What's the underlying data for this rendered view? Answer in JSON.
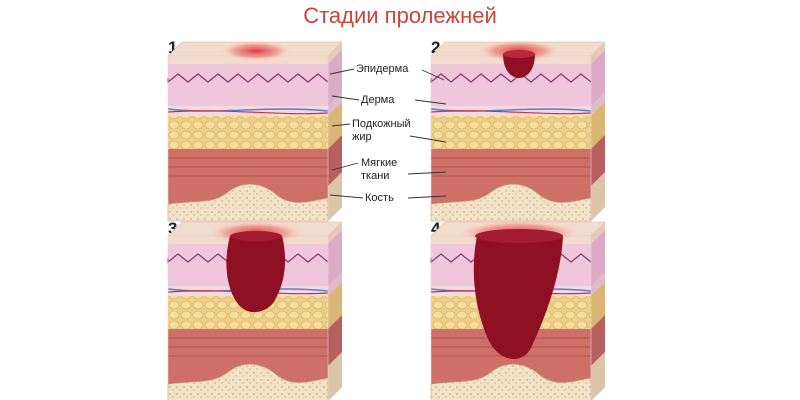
{
  "title": "Стадии пролежней",
  "stages": [
    {
      "number": "1",
      "wound": "redness"
    },
    {
      "number": "2",
      "wound": "blister"
    },
    {
      "number": "3",
      "wound": "ulcer-to-fat"
    },
    {
      "number": "4",
      "wound": "ulcer-to-bone"
    }
  ],
  "labels": {
    "epidermis": "Эпидерма",
    "dermis": "Дерма",
    "fat_line1": "Подкожный",
    "fat_line2": "жир",
    "muscle_line1": "Мягкие",
    "muscle_line2": "ткани",
    "bone": "Кость"
  },
  "colors": {
    "title": "#c8463a",
    "skin_top": "#f3dccb",
    "epidermis": "#e9bfd6",
    "dermis": "#f0c6dc",
    "fat": "#eed08a",
    "muscle": "#cf6f6a",
    "bone": "#f1e2c8",
    "wound": "#8f1022"
  }
}
